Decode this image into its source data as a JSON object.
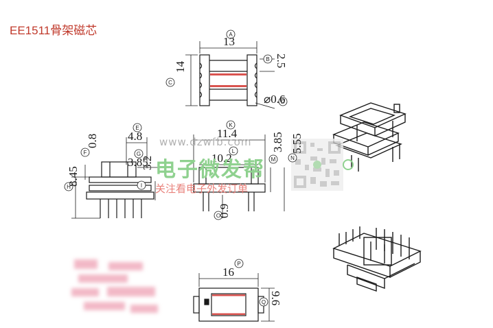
{
  "title": "EE1511骨架磁芯",
  "colors": {
    "title": "#c0392b",
    "line": "#1a1a1a",
    "bar": "#d9534f",
    "watermark_green": "#8fd18f",
    "watermark_red": "#e8807a",
    "watermark_url": "#b0b0b0",
    "blur_pink": "#f2b8c6"
  },
  "dimensions": [
    {
      "id": "A",
      "value": "13"
    },
    {
      "id": "B",
      "value": "2.5"
    },
    {
      "id": "C",
      "value": "14"
    },
    {
      "id": "D",
      "value": "⌀0.6"
    },
    {
      "id": "E",
      "value": "4.8"
    },
    {
      "id": "F",
      "value": "0.8"
    },
    {
      "id": "G",
      "value": "3.85"
    },
    {
      "id": "H",
      "value": "8.45"
    },
    {
      "id": "I",
      "value": "3.2"
    },
    {
      "id": "K",
      "value": "11.4"
    },
    {
      "id": "L",
      "value": "10.2"
    },
    {
      "id": "M",
      "value": "3.85"
    },
    {
      "id": "N",
      "value": "5.55"
    },
    {
      "id": "O",
      "value": "0.9"
    },
    {
      "id": "P",
      "value": "16"
    },
    {
      "id": "Q",
      "value": "9.6"
    }
  ],
  "watermark": {
    "url": "www.dzwfb.com",
    "name": "电子微发帮",
    "subtitle": "关注看电子外发订单"
  }
}
